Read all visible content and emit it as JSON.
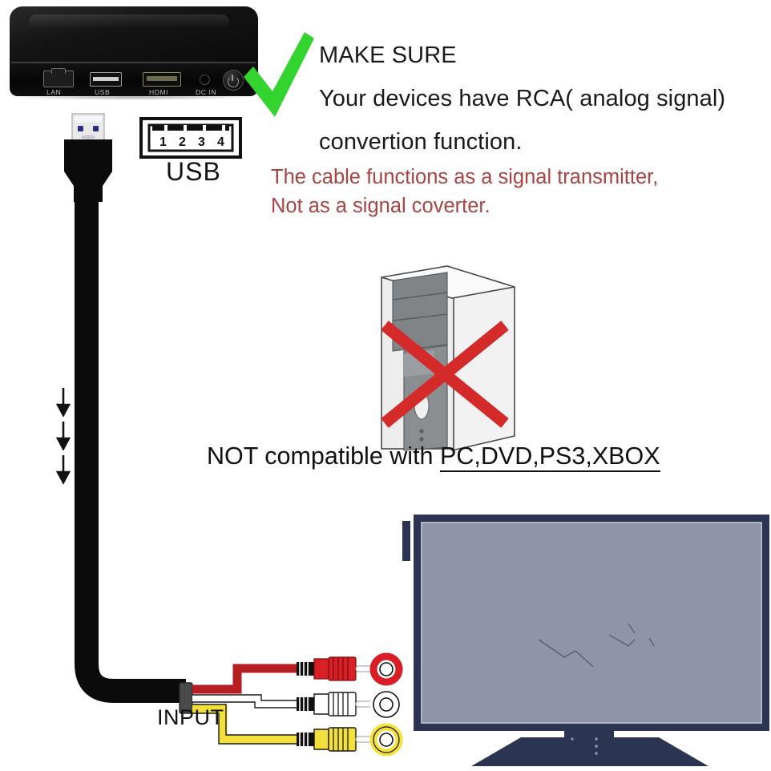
{
  "instruction": {
    "title": "MAKE SURE",
    "lines": [
      "MAKE SURE",
      "Your devices have RCA( analog signal)",
      "convertion function."
    ]
  },
  "warning": {
    "color": "#a94442",
    "lines": [
      "The cable functions as a signal transmitter,",
      "Not as a signal coverter."
    ]
  },
  "compatibility": {
    "prefix": "NOT compatible with ",
    "devices": "PC,DVD,PS3,XBOX"
  },
  "set_top_box": {
    "ports": [
      {
        "label": "LAN"
      },
      {
        "label": "USB"
      },
      {
        "label": "HDMI"
      },
      {
        "label": "DC IN"
      }
    ]
  },
  "usb_connector": {
    "label": "USB",
    "pins": [
      "1",
      "2",
      "3",
      "4"
    ]
  },
  "cable": {
    "input_label": "INPUT",
    "direction_arrows": 3
  },
  "rca": {
    "connectors": [
      {
        "name": "video-red",
        "color": "#d81f26"
      },
      {
        "name": "audio-white",
        "color": "#ffffff"
      },
      {
        "name": "audio-yellow",
        "color": "#f4e03a"
      }
    ],
    "jacks": [
      {
        "name": "jack-red",
        "color": "#d81f26"
      },
      {
        "name": "jack-white",
        "color": "#ffffff"
      },
      {
        "name": "jack-yellow",
        "color": "#f4e03a"
      }
    ]
  },
  "tv": {
    "bezel_color": "#2b3551",
    "screen_color": "#8e95a8"
  },
  "pc": {
    "cross_color": "#d42a2a",
    "body_color": "#e8e8e8",
    "panel_color": "#7b7f82"
  },
  "check": {
    "color": "#33d42f"
  }
}
